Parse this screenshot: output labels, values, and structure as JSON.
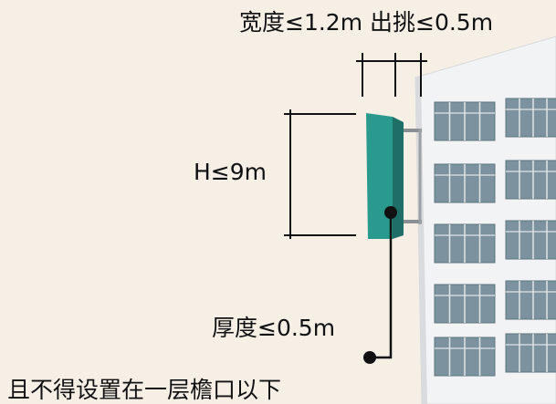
{
  "labels": {
    "top_dimensions": "宽度≤1.2m  出挑≤0.5m",
    "height_limit": "H≤9m",
    "thickness_limit": "厚度≤0.5m",
    "placement_note": "且不得设置在一层檐口以下"
  },
  "colors": {
    "background": "#f6efe6",
    "sign_face": "#2b9a8e",
    "sign_side": "#1f6f68",
    "building_wall": "#f2f3f4",
    "window_glass": "#7c939f",
    "dimension_line": "#111111"
  },
  "building": {
    "window_rows": 5
  }
}
